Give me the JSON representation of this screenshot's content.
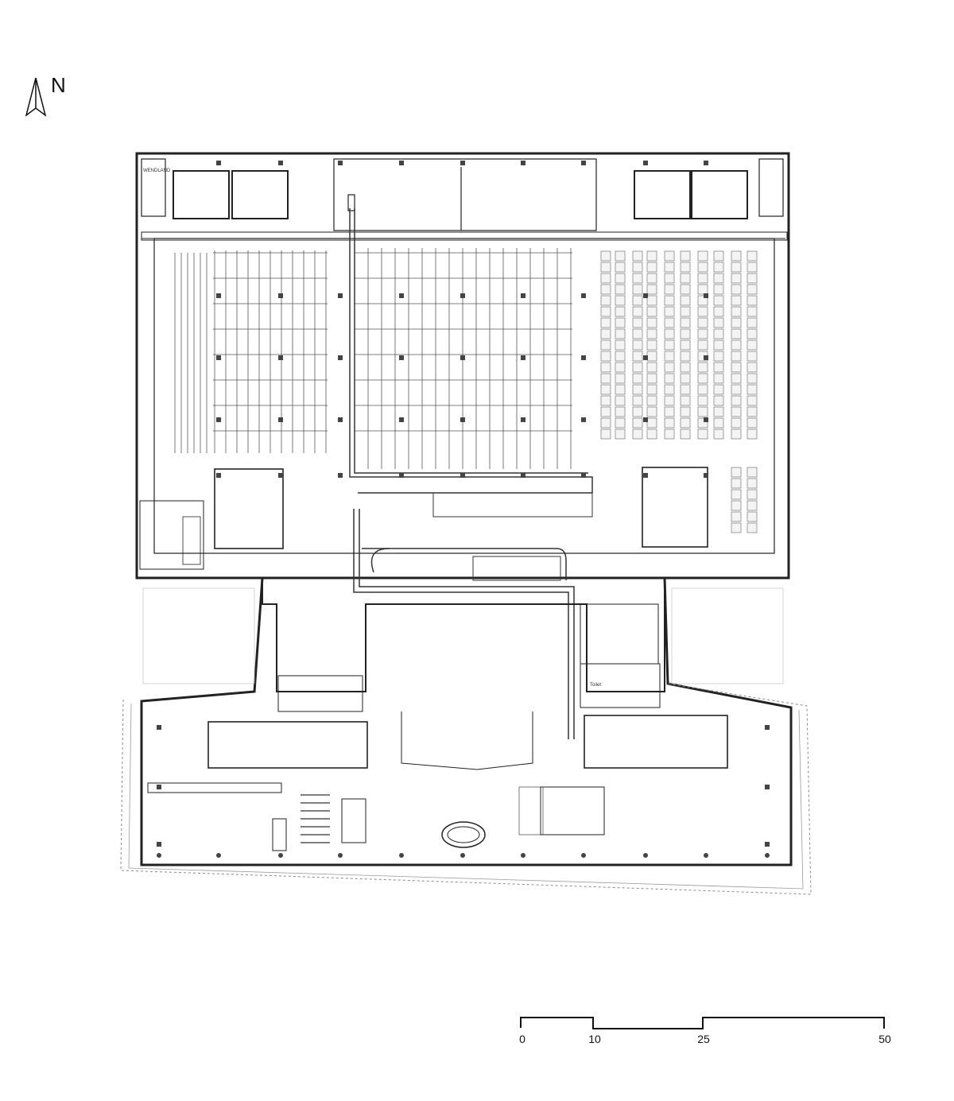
{
  "north_arrow": {
    "letter": "N"
  },
  "scale_bar": {
    "labels": [
      "0",
      "10",
      "25",
      "50"
    ]
  },
  "room_labels": [
    "WENDLAND",
    "Toilet"
  ]
}
